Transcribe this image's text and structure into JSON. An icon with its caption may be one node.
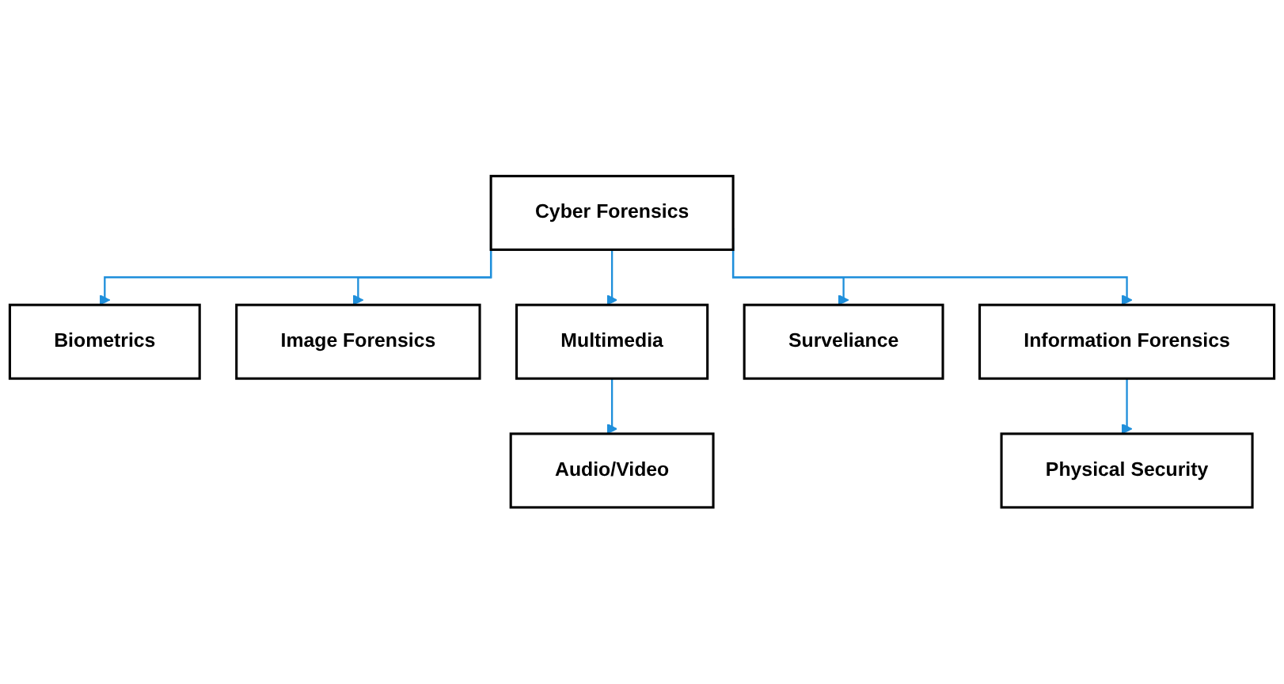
{
  "diagram": {
    "nodes": [
      {
        "text": [
          "Cyber Forensics"
        ]
      },
      {
        "text": [
          "Biometrics"
        ]
      },
      {
        "text": [
          "Image Forensics"
        ]
      },
      {
        "text": [
          "Multimedia"
        ]
      },
      {
        "text": [
          "Surveliance"
        ]
      },
      {
        "text": [
          "Information Forensics"
        ]
      },
      {
        "text": [
          "Audio/Video"
        ]
      },
      {
        "text": [
          "Physical Security"
        ]
      }
    ],
    "edges": [
      {
        "from": 0,
        "to": 1,
        "arrow": "to"
      },
      {
        "from": 0,
        "to": 2,
        "arrow": "to"
      },
      {
        "from": 0,
        "to": 3,
        "arrow": "to"
      },
      {
        "from": 0,
        "to": 4,
        "arrow": "to"
      },
      {
        "from": 0,
        "to": 5,
        "arrow": "to"
      },
      {
        "from": 3,
        "to": 6,
        "arrow": "to"
      },
      {
        "from": 5,
        "to": 7,
        "arrow": "to"
      }
    ]
  }
}
